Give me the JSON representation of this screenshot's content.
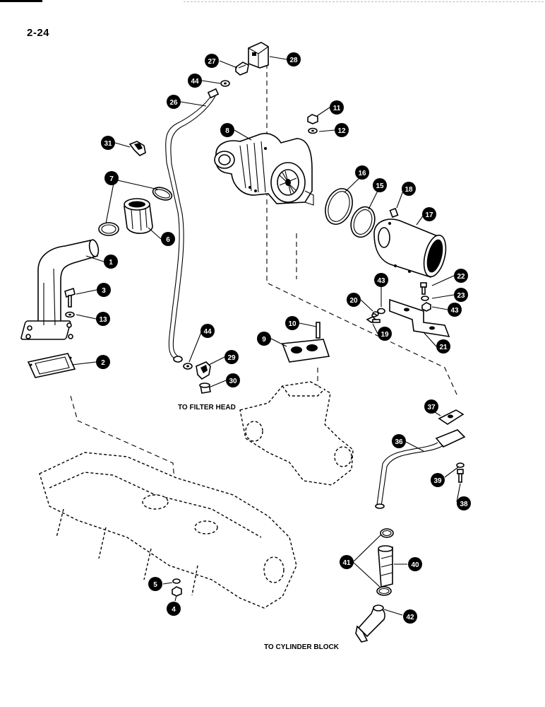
{
  "page": {
    "number": "2-24"
  },
  "notes": {
    "filter_head": "TO FILTER HEAD",
    "cylinder_block": "TO CYLINDER BLOCK"
  },
  "colors": {
    "ink": "#000000",
    "paper": "#ffffff"
  },
  "callouts": [
    "1",
    "2",
    "3",
    "4",
    "5",
    "6",
    "7",
    "8",
    "9",
    "10",
    "11",
    "12",
    "13",
    "15",
    "16",
    "17",
    "18",
    "19",
    "20",
    "21",
    "22",
    "23",
    "26",
    "27",
    "28",
    "29",
    "30",
    "31",
    "36",
    "37",
    "38",
    "39",
    "40",
    "41",
    "42",
    "43",
    "44"
  ]
}
